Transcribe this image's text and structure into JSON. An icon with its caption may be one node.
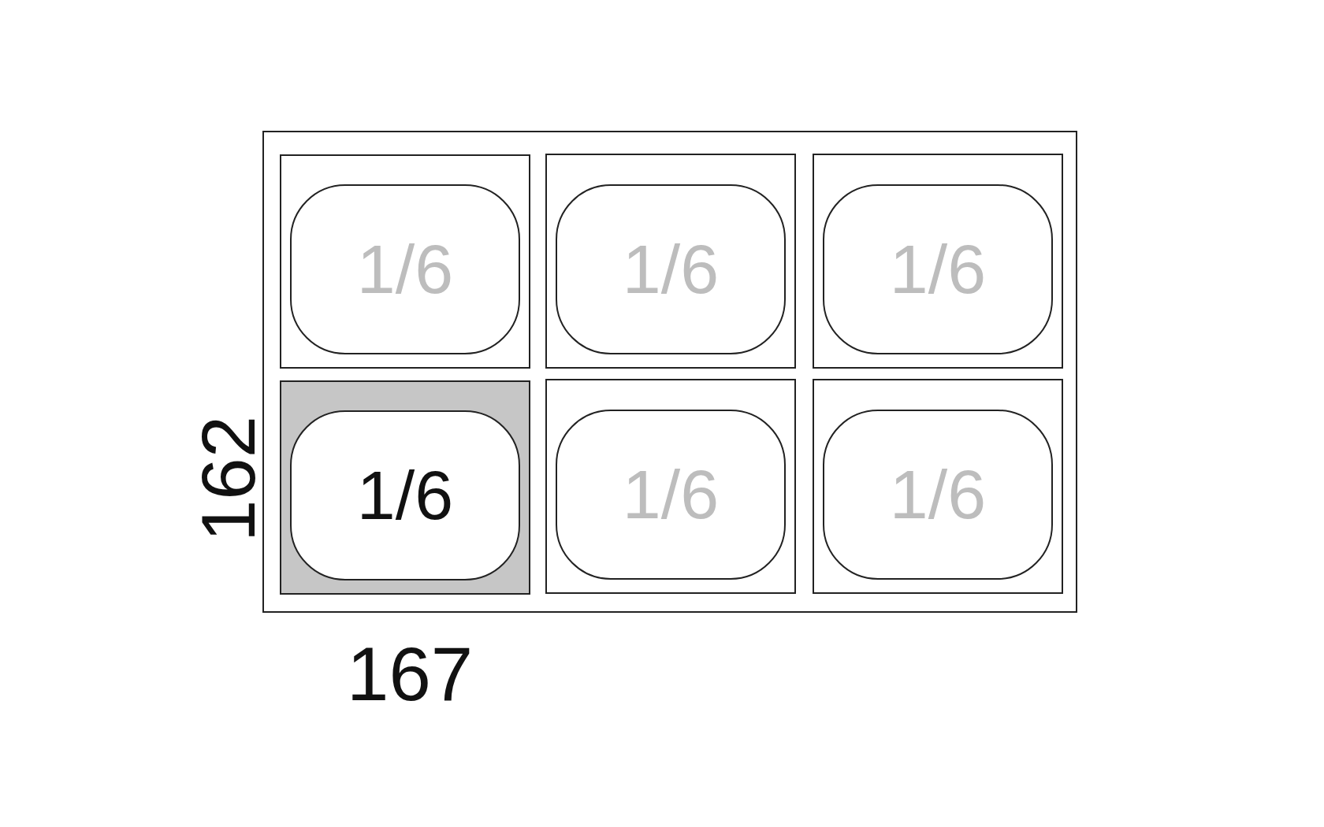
{
  "diagram": {
    "nodes": [
      {
        "text": [],
        "shape": "box"
      },
      {
        "text": [],
        "shape": "box",
        "in": 0
      },
      {
        "text": [
          "1/6"
        ],
        "in": 1
      },
      {
        "text": [],
        "shape": "box",
        "in": 0
      },
      {
        "text": [
          "1/6"
        ],
        "in": 3
      },
      {
        "text": [],
        "shape": "box",
        "in": 0
      },
      {
        "text": [
          "1/6"
        ],
        "in": 5
      },
      {
        "text": [],
        "shape": "box",
        "in": 0
      },
      {
        "text": [
          "1/6"
        ],
        "in": 7
      },
      {
        "text": [],
        "shape": "box",
        "in": 0
      },
      {
        "text": [
          "1/6"
        ],
        "in": 9
      },
      {
        "text": [],
        "shape": "box",
        "in": 0
      },
      {
        "text": [
          "1/6"
        ],
        "in": 11
      }
    ],
    "edges": [],
    "labels": [
      "162",
      "167"
    ]
  }
}
